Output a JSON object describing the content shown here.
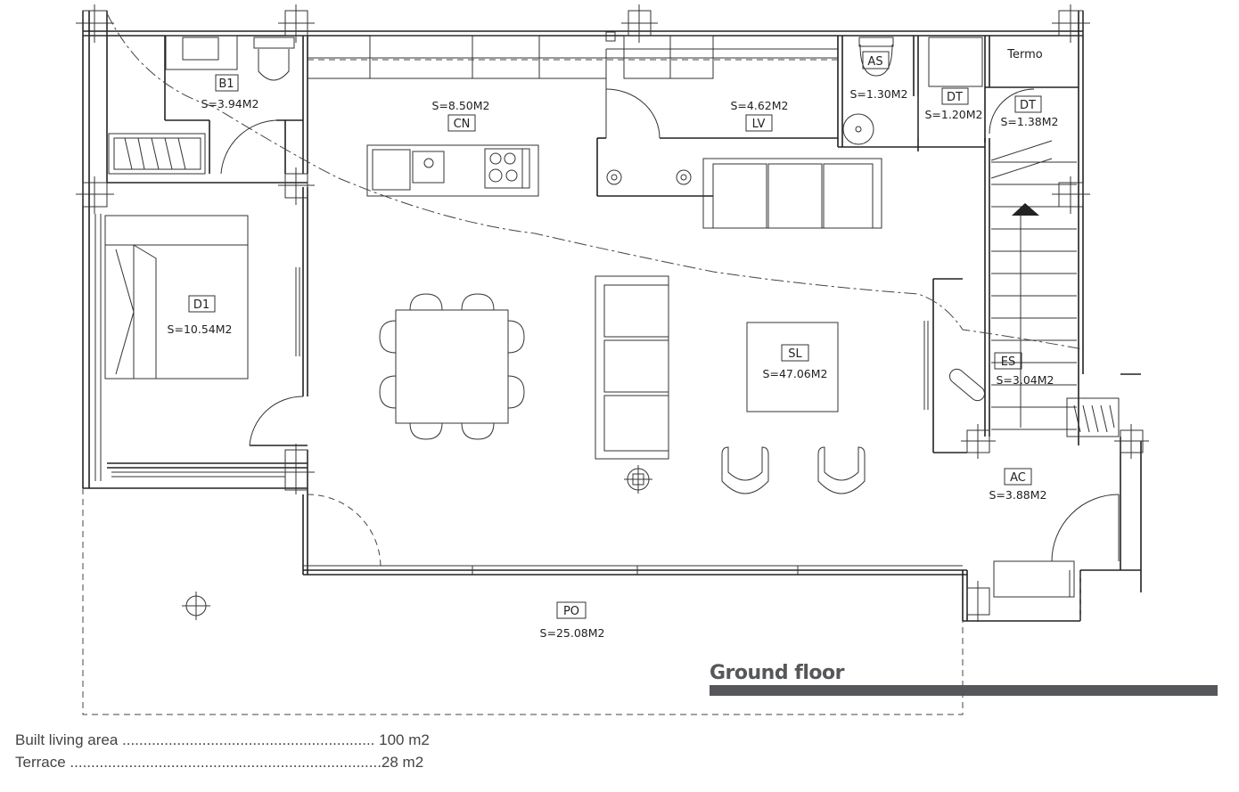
{
  "title": "Ground floor",
  "rooms": [
    {
      "id": "B1",
      "label": "B1",
      "area": "S=3.94M2"
    },
    {
      "id": "CN",
      "label": "CN",
      "area": "S=8.50M2"
    },
    {
      "id": "LV",
      "label": "LV",
      "area": "S=4.62M2"
    },
    {
      "id": "AS",
      "label": "AS",
      "area": "S=1.30M2"
    },
    {
      "id": "DT1",
      "label": "DT",
      "area": "S=1.20M2"
    },
    {
      "id": "DT2",
      "label": "DT",
      "area": "S=1.38M2"
    },
    {
      "id": "D1",
      "label": "D1",
      "area": "S=10.54M2"
    },
    {
      "id": "SL",
      "label": "SL",
      "area": "S=47.06M2"
    },
    {
      "id": "ES",
      "label": "ES",
      "area": "S=3.04M2"
    },
    {
      "id": "AC",
      "label": "AC",
      "area": "S=3.88M2"
    },
    {
      "id": "PO",
      "label": "PO",
      "area": "S=25.08M2"
    }
  ],
  "termo": "Termo",
  "summary": {
    "built_living_area": "Built living area ............................................................ 100 m2",
    "terrace": "Terrace ..........................................................................28 m2"
  },
  "colors": {
    "accent_bar": "#55575a",
    "line": "#222222"
  }
}
